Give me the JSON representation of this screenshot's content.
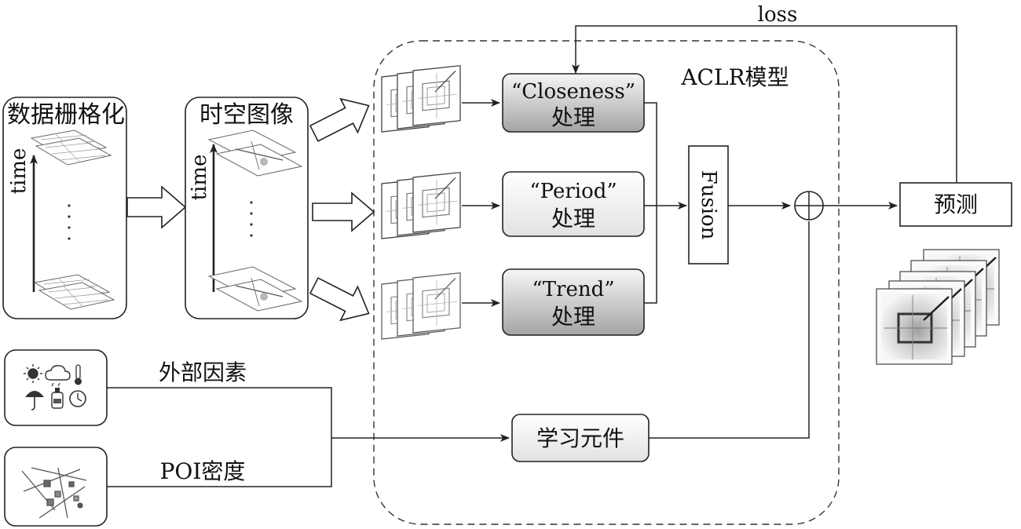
{
  "loss_label": "loss",
  "model_label": "ACLR模型",
  "gridding": {
    "title": "数据栅格化",
    "axis": "time"
  },
  "spatiotemporal": {
    "title": "时空图像",
    "axis": "time"
  },
  "closeness": {
    "line1": "“Closeness”",
    "line2": "处理"
  },
  "period": {
    "line1": "“Period”",
    "line2": "处理"
  },
  "trend": {
    "line1": "“Trend”",
    "line2": "处理"
  },
  "fusion_label": "Fusion",
  "predict_label": "预测",
  "learn_label": "学习元件",
  "external_label": "外部因素",
  "poi_label": "POI密度",
  "colors": {
    "stroke": "#222222",
    "box_fill": "#ffffff",
    "shade_light": "#f4f4f4",
    "shade_dark": "#a8a8a8"
  },
  "icons": [
    "sun-icon",
    "cloud-icon",
    "thermometer-icon",
    "umbrella-icon",
    "bottle-icon",
    "clock-icon",
    "map-icon",
    "grid-map-icon",
    "heatmap-icon",
    "plus-circle-icon"
  ]
}
